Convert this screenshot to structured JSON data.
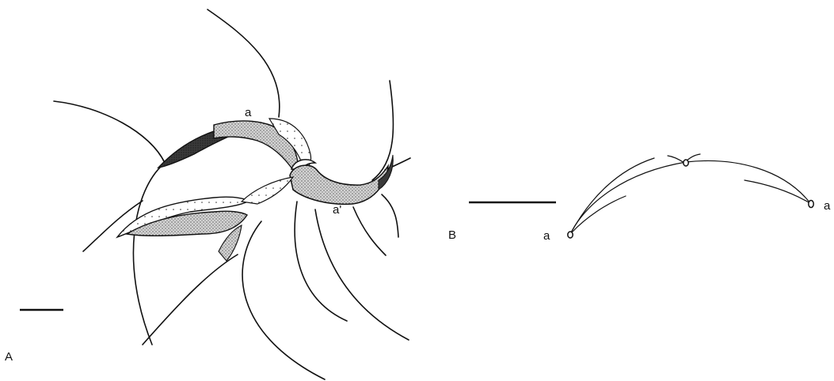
{
  "panel_a": {
    "panel_label": "A",
    "point_label_a": "a",
    "point_label_a_prime": "a'"
  },
  "panel_b": {
    "panel_label": "B",
    "left_end_label": "a",
    "right_end_label": "a"
  },
  "colors": {
    "line": "#111111",
    "dark_shade": "#3a3a3a",
    "light_shade": "#c8c8c8",
    "medium_shade": "#a8a8a8"
  }
}
